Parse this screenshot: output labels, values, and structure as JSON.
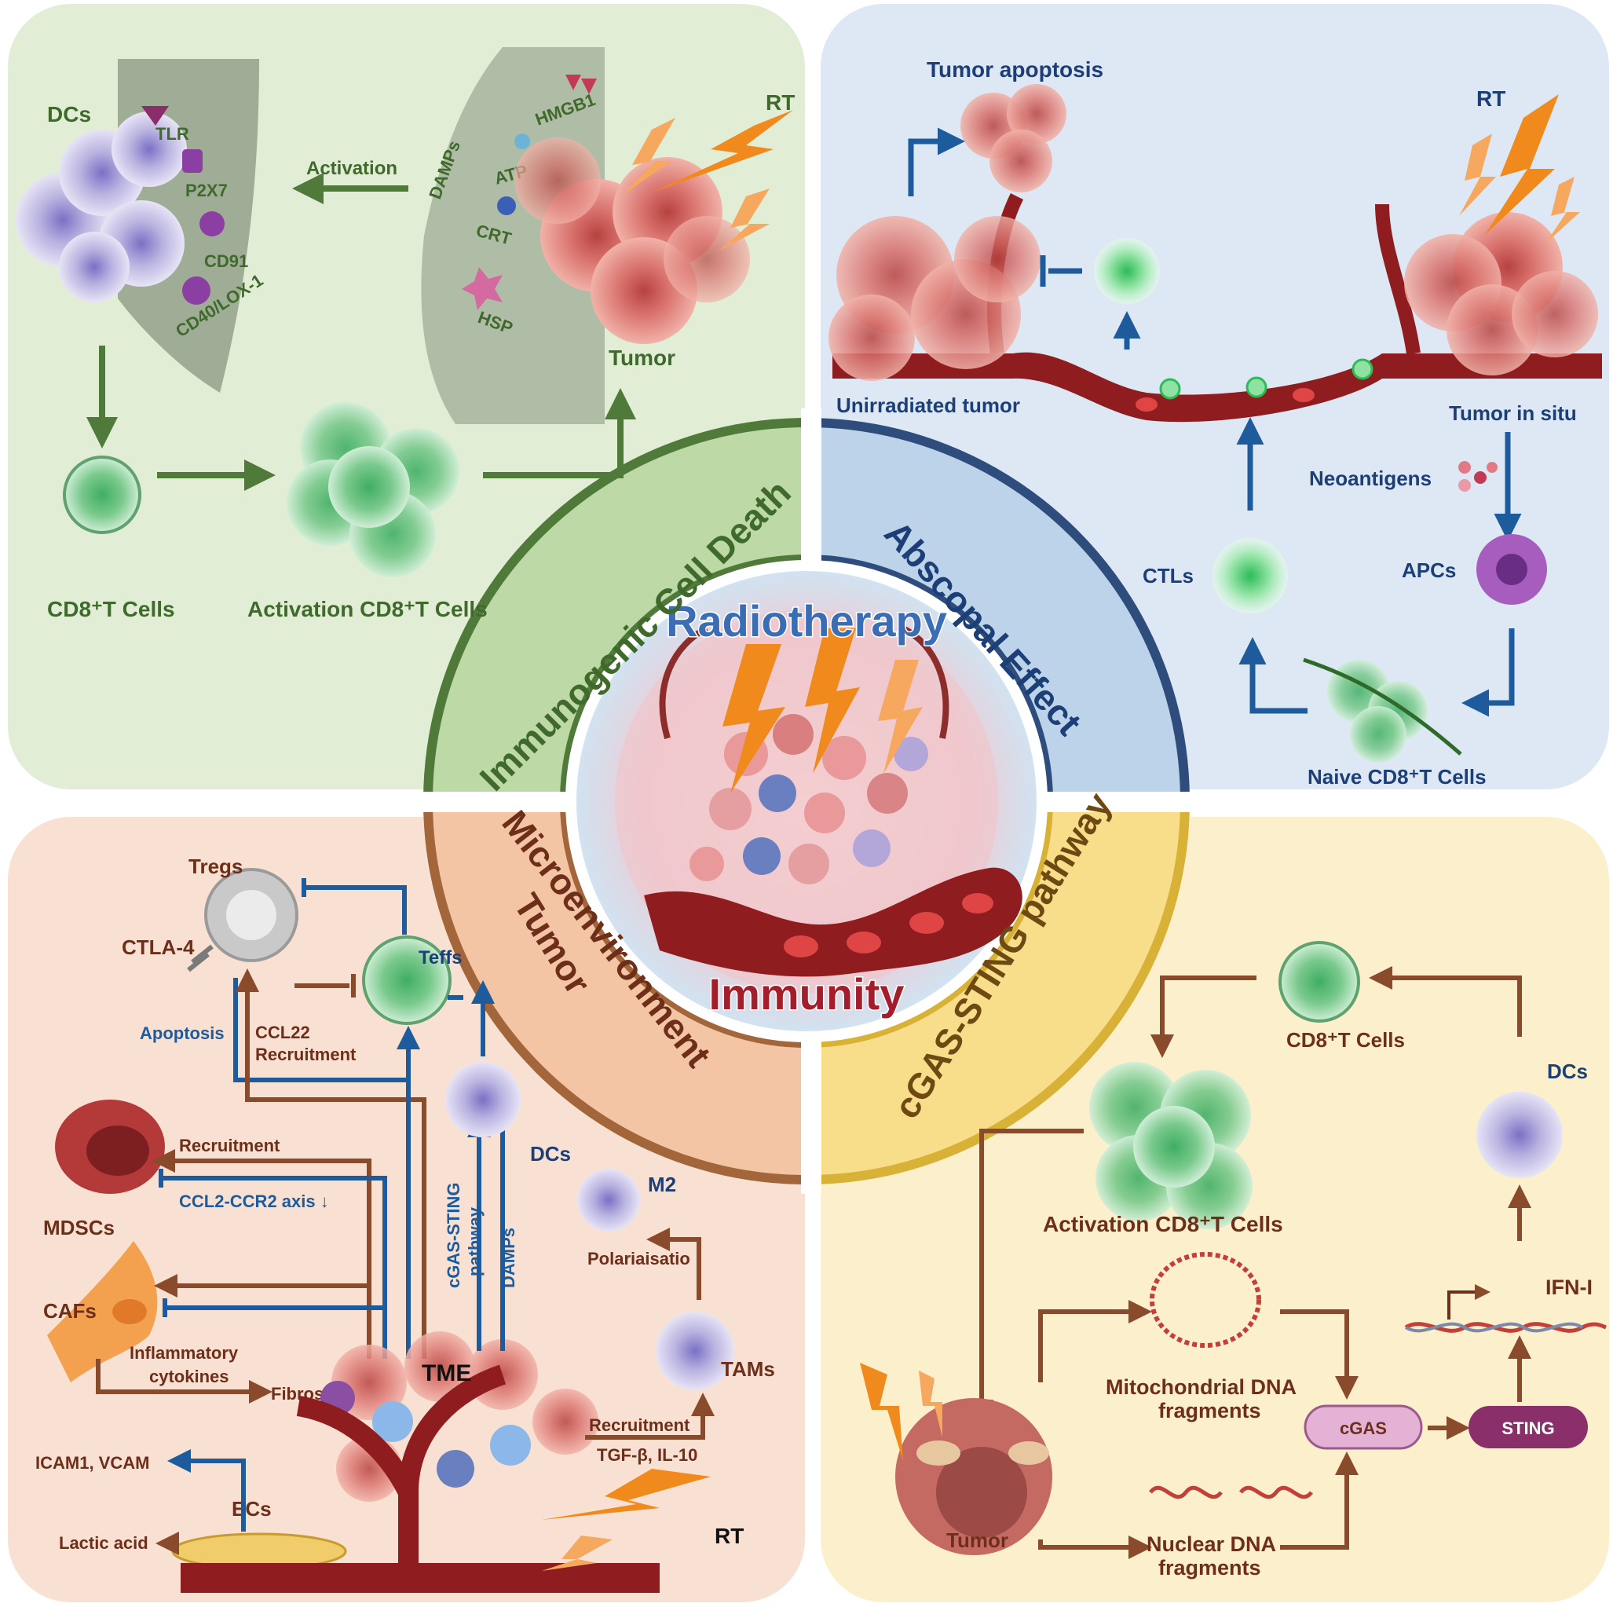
{
  "center": {
    "title_top": "Radiotherapy",
    "title_bottom": "Immunity"
  },
  "ring": {
    "icd": "Immunogenic Cell Death",
    "abscopal": "Abscopal Effect",
    "tme_line1": "Tumor",
    "tme_line2": "Microenvironment",
    "cgas": "cGAS-STING pathway"
  },
  "q1": {
    "dcs": "DCs",
    "tlr": "TLR",
    "p2x7": "P2X7",
    "cd91": "CD91",
    "cd40": "CD40/LOX-1",
    "activation": "Activation",
    "damps": "DAMPs",
    "hmgb1": "HMGB1",
    "atp": "ATP",
    "crt": "CRT",
    "hsp": "HSP",
    "rt": "RT",
    "tumor": "Tumor",
    "cd8_label": "CD8⁺T Cells",
    "act_cd8_label": "Activation CD8⁺T Cells"
  },
  "q2": {
    "apoptosis": "Tumor apoptosis",
    "rt": "RT",
    "unirradiated": "Unirradiated tumor",
    "insitu": "Tumor in situ",
    "neoantigens": "Neoantigens",
    "apcs": "APCs",
    "ctls": "CTLs",
    "naive": "Naive CD8⁺T Cells"
  },
  "q3": {
    "tregs": "Tregs",
    "ctla4": "CTLA-4",
    "teffs": "Teffs",
    "apoptosis": "Apoptosis",
    "ccl22a": "CCL22",
    "ccl22b": "Recruitment",
    "recruitment1": "Recruitment",
    "mdscs": "MDSCs",
    "ccl2": "CCL2-CCR2 axis ↓",
    "cafs": "CAFs",
    "inflam1": "Inflammatory",
    "inflam2": "cytokines",
    "fibrosis": "Fibrosis",
    "tme": "TME",
    "cgas1": "cGAS-STING",
    "cgas2": "pathway",
    "damps": "DAMPs",
    "dcs": "DCs",
    "m2": "M2",
    "polar": "Polariaisatio",
    "tams": "TAMs",
    "recruitment2": "Recruitment",
    "tgf": "TGF-β, IL-10",
    "icam": "ICAM1, VCAM",
    "ecs": "ECs",
    "lactic": "Lactic acid",
    "rt": "RT"
  },
  "q4": {
    "cd8": "CD8⁺T Cells",
    "dcs": "DCs",
    "act_cd8": "Activation CD8⁺T Cells",
    "ifn": "IFN-I",
    "mito1": "Mitochondrial DNA",
    "mito2": "fragments",
    "cgas": "cGAS",
    "sting": "STING",
    "tumor": "Tumor",
    "nuc1": "Nuclear DNA",
    "nuc2": "fragments"
  },
  "colors": {
    "q1_bg": "#e2edd6",
    "q2_bg": "#dde8f4",
    "q3_bg": "#f8e1d2",
    "q4_bg": "#fcefcb",
    "green_ring": "#4f7a3a",
    "blue_ring": "#2f4d7c",
    "orange_ring": "#a2663a",
    "yellow_ring": "#d8b137",
    "green_text": "#3f6a2c",
    "navy_text": "#1c3f78",
    "brown_text": "#6e2f1a",
    "blue_arrow": "#1e5b9c",
    "bolt": "#f08a1c",
    "tumor": "#d9716d",
    "tcell": "#8fcf9c",
    "dc": "#b9b3e0"
  }
}
